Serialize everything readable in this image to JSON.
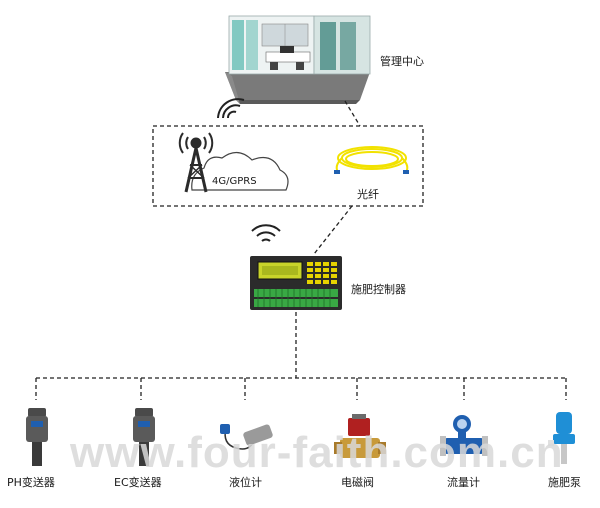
{
  "labels": {
    "management_center": "管理中心",
    "network": "4G/GPRS",
    "fiber": "光纤",
    "controller": "施肥控制器",
    "ph_transmitter": "PH变送器",
    "ec_transmitter": "EC变送器",
    "level_meter": "液位计",
    "solenoid_valve": "电磁阀",
    "flow_meter": "流量计",
    "fertilizer_pump": "施肥泵"
  },
  "watermark": "www.four-faith.com.cn",
  "colors": {
    "line": "#222222",
    "fiber_yellow": "#f2e200",
    "fiber_blue": "#1f5fb0",
    "controller_body": "#2b2b2b",
    "controller_screen": "#c8d42a",
    "controller_terminal": "#39a844",
    "sensor_blue": "#1f5fb0",
    "valve_brass": "#c89a3a",
    "valve_coil": "#b02020",
    "room_floor": "#6c6c6c",
    "room_glass": "#6fc1b8"
  }
}
